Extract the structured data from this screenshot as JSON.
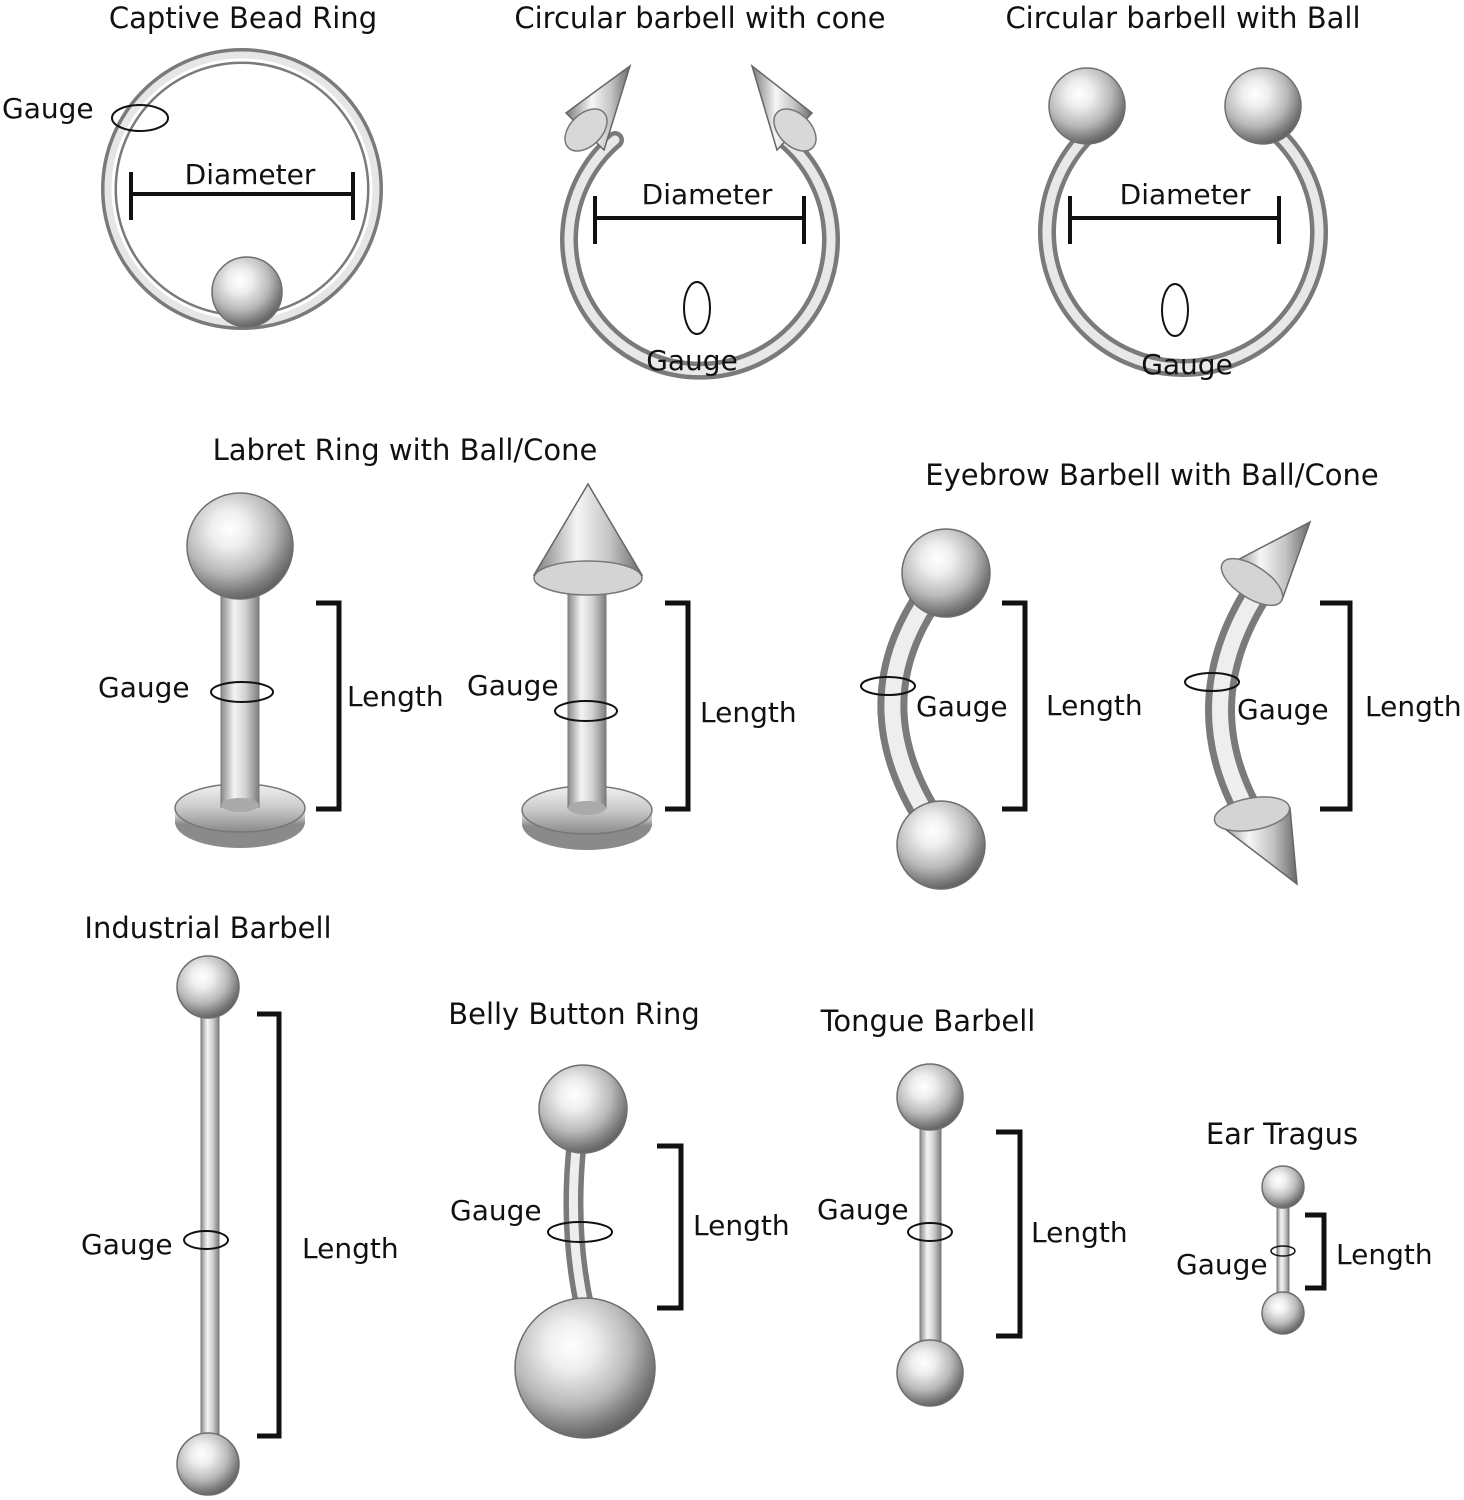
{
  "colors": {
    "background": "#ffffff",
    "text": "#111111",
    "metal_light": "#fbfbfb",
    "metal_mid": "#cfcfcf",
    "metal_dark": "#6e6e6e",
    "measure_line": "#111111"
  },
  "items": {
    "captive_bead_ring": {
      "title": "Captive Bead Ring",
      "gauge": "Gauge",
      "diameter": "Diameter"
    },
    "circular_cone": {
      "title": "Circular barbell with cone",
      "gauge": "Gauge",
      "diameter": "Diameter"
    },
    "circular_ball": {
      "title": "Circular barbell with Ball",
      "gauge": "Gauge",
      "diameter": "Diameter"
    },
    "labret": {
      "title": "Labret Ring with Ball/Cone",
      "gauge_ball": "Gauge",
      "length_ball": "Length",
      "gauge_cone": "Gauge",
      "length_cone": "Length"
    },
    "eyebrow": {
      "title": "Eyebrow Barbell with Ball/Cone",
      "gauge_ball": "Gauge",
      "length_ball": "Length",
      "gauge_cone": "Gauge",
      "length_cone": "Length"
    },
    "industrial": {
      "title": "Industrial Barbell",
      "gauge": "Gauge",
      "length": "Length"
    },
    "belly": {
      "title": "Belly Button Ring",
      "gauge": "Gauge",
      "length": "Length"
    },
    "tongue": {
      "title": "Tongue Barbell",
      "gauge": "Gauge",
      "length": "Length"
    },
    "tragus": {
      "title": "Ear Tragus",
      "gauge": "Gauge",
      "length": "Length"
    }
  }
}
